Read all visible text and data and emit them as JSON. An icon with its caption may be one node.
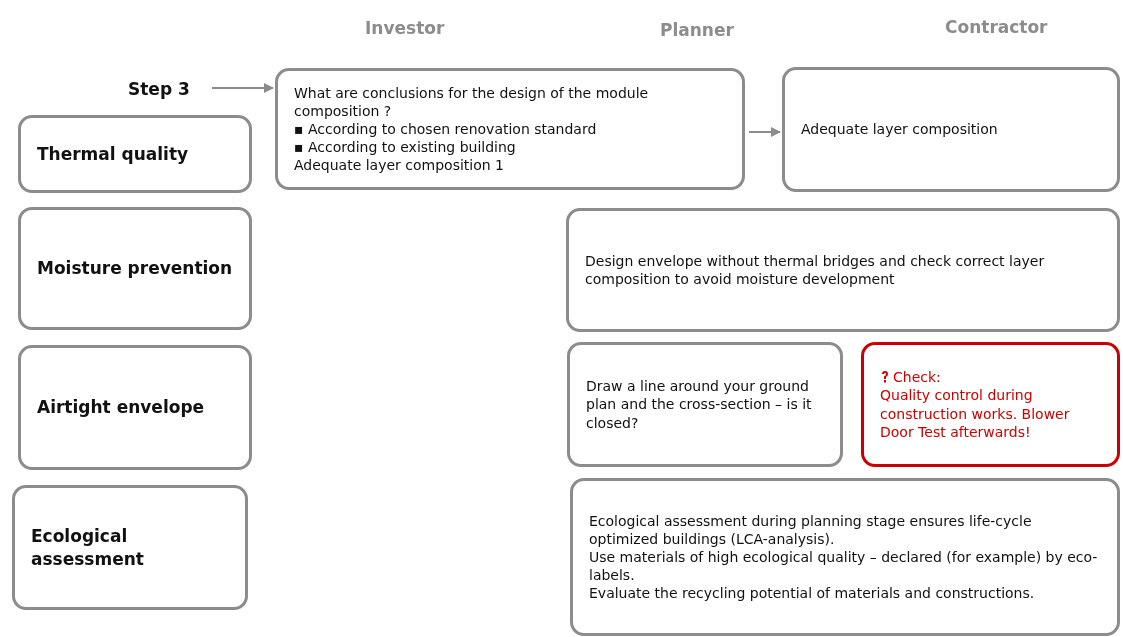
{
  "diagram": {
    "nodes": [
      {
        "text": [
          "Step 3"
        ]
      },
      {
        "text": [
          "What are conclusions for the design of the module composition ?",
          "▪ According to chosen renovation standard",
          "▪ According to existing building",
          "Adequate layer composition  1"
        ]
      },
      {
        "text": [
          "Adequate layer composition"
        ]
      },
      {
        "text": [
          "Thermal quality"
        ]
      },
      {
        "text": [
          "Moisture prevention"
        ]
      },
      {
        "text": [
          "Design envelope without thermal bridges and check correct layer composition to avoid moisture development"
        ]
      },
      {
        "text": [
          "Airtight envelope"
        ]
      },
      {
        "text": [
          "Draw a line around your ground plan and the cross-section – is it closed?"
        ]
      },
      {
        "text": [
          "Check:",
          "Quality control during construction works. Blower Door Test afterwards!"
        ]
      },
      {
        "text": [
          "Ecological assessment"
        ]
      },
      {
        "text": [
          "Ecological assessment during planning stage ensures life-cycle optimized buildings (LCA-analysis).",
          "Use materials of high ecological quality – declared (for example) by eco-labels.",
          "Evaluate the recycling potential of materials and constructions."
        ]
      }
    ],
    "edges": [
      {
        "from": 0,
        "to": 1,
        "arrow": "to"
      },
      {
        "from": 1,
        "to": 2,
        "arrow": "to"
      }
    ],
    "labels": [
      "Investor",
      "Planner",
      "Contractor"
    ]
  }
}
